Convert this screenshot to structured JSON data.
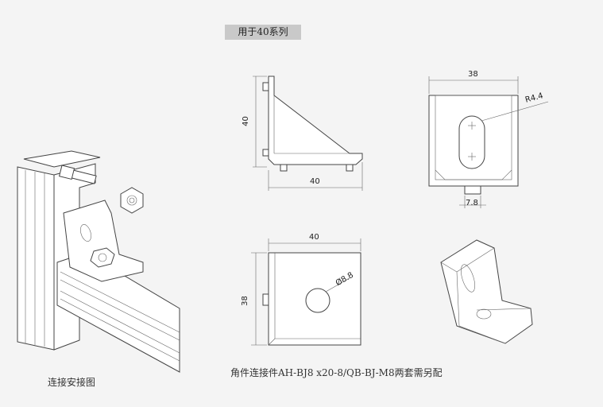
{
  "header": {
    "series_tag": "用于40系列"
  },
  "captions": {
    "assembly": "连接安接图",
    "part_note": "角件连接件AH-BJ8  x20-8/QB-BJ-M8两套需另配"
  },
  "dimensions": {
    "side_height": "40",
    "side_width": "40",
    "front_width": "38",
    "slot_radius": "R4.4",
    "tab_width": "7.8",
    "top_width": "40",
    "top_depth": "38",
    "hole_dia": "Ø8.8"
  },
  "colors": {
    "background": "#f4f4f4",
    "tag_bg": "#c9c9c9",
    "line": "#444444"
  }
}
